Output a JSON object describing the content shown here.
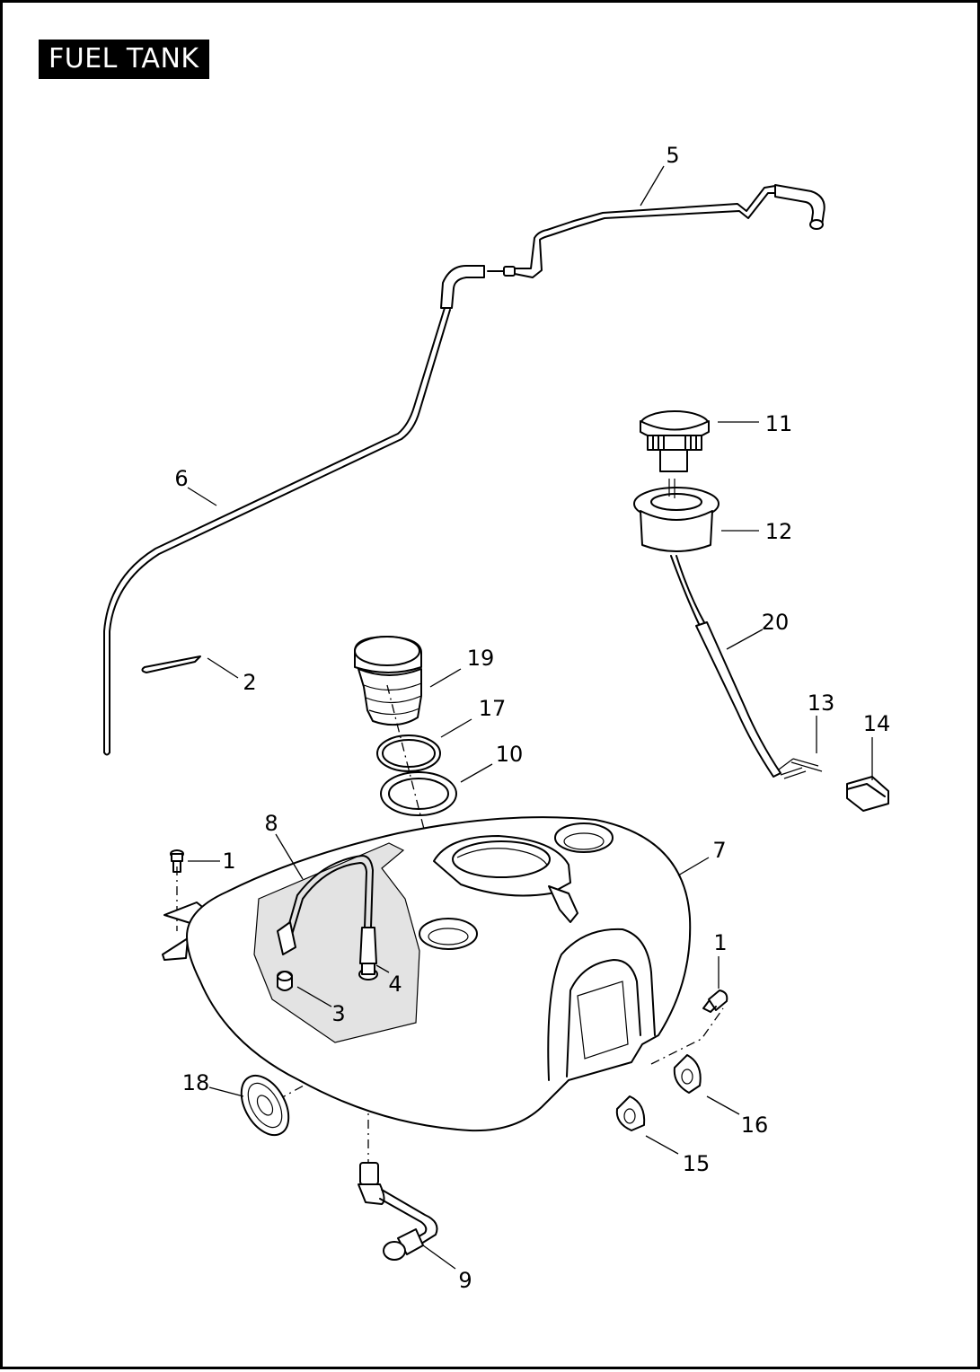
{
  "title": "FUEL TANK",
  "callouts": [
    {
      "id": "c5",
      "text": "5"
    },
    {
      "id": "c6",
      "text": "6"
    },
    {
      "id": "c11",
      "text": "11"
    },
    {
      "id": "c12",
      "text": "12"
    },
    {
      "id": "c20",
      "text": "20"
    },
    {
      "id": "c2",
      "text": "2"
    },
    {
      "id": "c19",
      "text": "19"
    },
    {
      "id": "c17",
      "text": "17"
    },
    {
      "id": "c10",
      "text": "10"
    },
    {
      "id": "c13",
      "text": "13"
    },
    {
      "id": "c14",
      "text": "14"
    },
    {
      "id": "c8",
      "text": "8"
    },
    {
      "id": "c7",
      "text": "7"
    },
    {
      "id": "c1a",
      "text": "1"
    },
    {
      "id": "c1b",
      "text": "1"
    },
    {
      "id": "c4",
      "text": "4"
    },
    {
      "id": "c3",
      "text": "3"
    },
    {
      "id": "c18",
      "text": "18"
    },
    {
      "id": "c16",
      "text": "16"
    },
    {
      "id": "c15",
      "text": "15"
    },
    {
      "id": "c9",
      "text": "9"
    }
  ]
}
